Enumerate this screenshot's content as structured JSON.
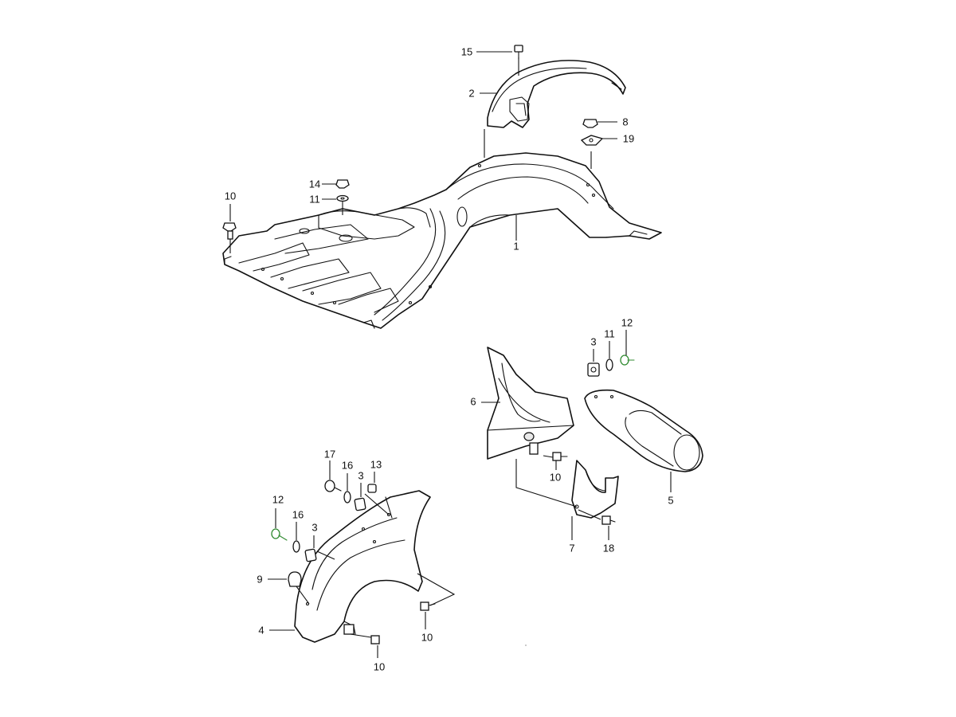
{
  "diagram": {
    "callouts": [
      {
        "id": "c15a",
        "label": "15"
      },
      {
        "id": "c2",
        "label": "2"
      },
      {
        "id": "c8",
        "label": "8"
      },
      {
        "id": "c19",
        "label": "19"
      },
      {
        "id": "c14",
        "label": "14"
      },
      {
        "id": "c11a",
        "label": "11"
      },
      {
        "id": "c10a",
        "label": "10"
      },
      {
        "id": "c1",
        "label": "1"
      },
      {
        "id": "c3a",
        "label": "3"
      },
      {
        "id": "c11b",
        "label": "11"
      },
      {
        "id": "c12a",
        "label": "12"
      },
      {
        "id": "c6",
        "label": "6"
      },
      {
        "id": "c10b",
        "label": "10"
      },
      {
        "id": "c5",
        "label": "5"
      },
      {
        "id": "c7",
        "label": "7"
      },
      {
        "id": "c18",
        "label": "18"
      },
      {
        "id": "c17",
        "label": "17"
      },
      {
        "id": "c16a",
        "label": "16"
      },
      {
        "id": "c3b",
        "label": "3"
      },
      {
        "id": "c13",
        "label": "13"
      },
      {
        "id": "c12b",
        "label": "12"
      },
      {
        "id": "c16b",
        "label": "16"
      },
      {
        "id": "c3c",
        "label": "3"
      },
      {
        "id": "c9",
        "label": "9"
      },
      {
        "id": "c4",
        "label": "4"
      },
      {
        "id": "c10c",
        "label": "10"
      },
      {
        "id": "c10d",
        "label": "10"
      }
    ],
    "highlight_color": "#2f8a2f"
  }
}
